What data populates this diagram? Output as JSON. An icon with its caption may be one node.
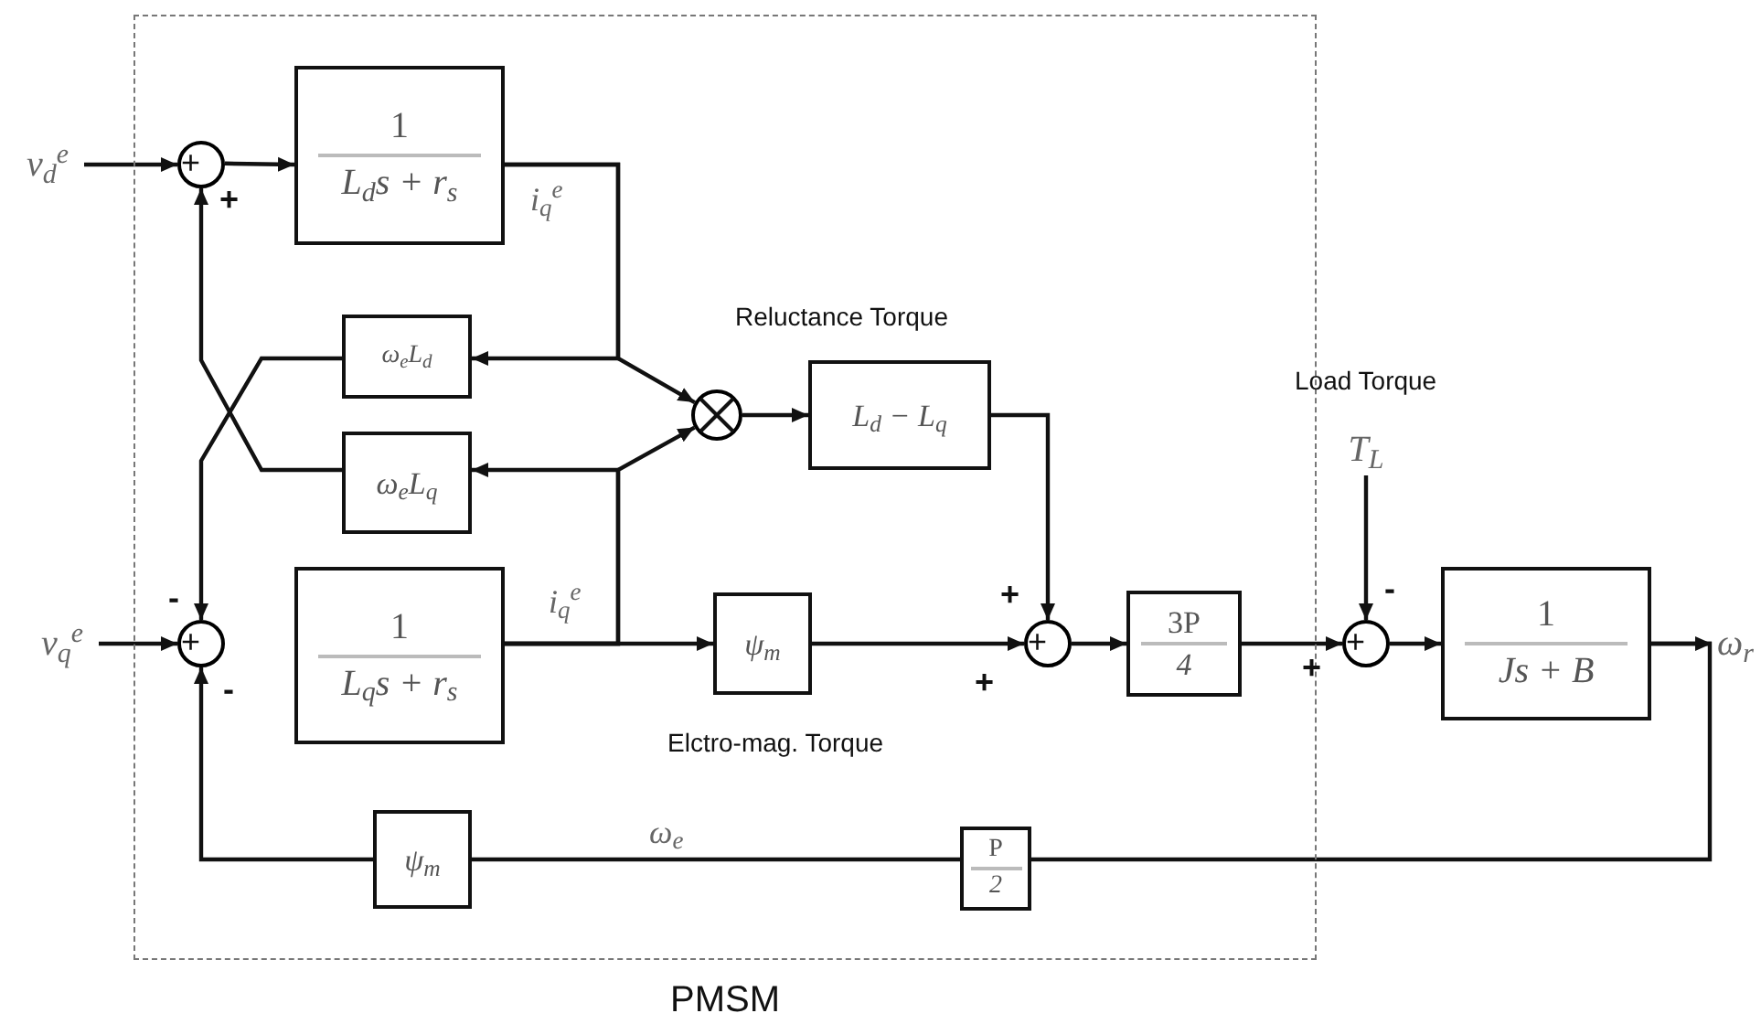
{
  "diagram": {
    "nodes": [
      {
        "text": [
          "PMSM"
        ]
      },
      {
        "text": [
          "v$_{d}$$^{e}$"
        ]
      },
      {
        "text": [
          "+"
        ],
        "in": 0
      },
      {
        "text": [
          "1",
          "L$_{d}$s + r$_{s}$"
        ],
        "in": 0
      },
      {
        "text": [
          "ω$_{e}$L$_{d}$"
        ],
        "in": 0
      },
      {
        "text": [
          "ω$_{e}$L$_{q}$"
        ],
        "in": 0
      },
      {
        "text": [],
        "shape": "circle",
        "in": 0
      },
      {
        "text": [
          "L$_{d}$ − L$_{q}$"
        ],
        "in": 0
      },
      {
        "text": [
          "v$_{q}$$^{e}$"
        ]
      },
      {
        "text": [
          "+"
        ],
        "in": 0
      },
      {
        "text": [
          "1",
          "L$_{q}$s + r$_{s}$"
        ],
        "in": 0
      },
      {
        "text": [
          "ψ$_{m}$"
        ],
        "in": 0
      },
      {
        "text": [
          "+"
        ],
        "in": 0
      },
      {
        "text": [
          "3P",
          "4"
        ],
        "in": 0
      },
      {
        "text": [
          "T$_{L}$"
        ]
      },
      {
        "text": [
          "+"
        ]
      },
      {
        "text": [
          "1",
          "Js + B"
        ]
      },
      {
        "text": [
          "ψ$_{m}$"
        ],
        "in": 0
      },
      {
        "text": [
          "P",
          "2"
        ],
        "in": 0
      },
      {
        "text": [
          "ω$_{r}$"
        ]
      }
    ],
    "edges": [
      {
        "from": 1,
        "to": 2,
        "arrow": "to"
      },
      {
        "from": 2,
        "to": 3,
        "arrow": "to"
      },
      {
        "from": 3,
        "to": 4,
        "arrow": "to"
      },
      {
        "from": 3,
        "to": 6,
        "arrow": "to"
      },
      {
        "from": 10,
        "to": 5,
        "arrow": "to"
      },
      {
        "from": 10,
        "to": 6,
        "arrow": "to"
      },
      {
        "from": 10,
        "to": 11,
        "arrow": "to"
      },
      {
        "from": 4,
        "to": 9,
        "arrow": "to"
      },
      {
        "from": 5,
        "to": 2,
        "arrow": "to"
      },
      {
        "from": 6,
        "to": 7,
        "arrow": "to"
      },
      {
        "from": 7,
        "to": 12,
        "arrow": "to"
      },
      {
        "from": 11,
        "to": 12,
        "arrow": "to"
      },
      {
        "from": 12,
        "to": 13,
        "arrow": "to"
      },
      {
        "from": 13,
        "to": 15,
        "arrow": "to"
      },
      {
        "from": 14,
        "to": 15,
        "arrow": "to"
      },
      {
        "from": 15,
        "to": 16,
        "arrow": "to"
      },
      {
        "from": 16,
        "to": 19,
        "arrow": "to"
      },
      {
        "from": 16,
        "to": 18,
        "arrow": "none"
      },
      {
        "from": 18,
        "to": 17,
        "arrow": "none"
      },
      {
        "from": 17,
        "to": 9,
        "arrow": "to"
      },
      {
        "from": 8,
        "to": 9,
        "arrow": "to"
      }
    ],
    "labels": [
      "+",
      "i$_{q}$$^{e}$",
      "Reluctance Torque",
      "Load Torque",
      "-",
      "i$_{q}$$^{e}$",
      "+",
      "-",
      "-",
      "+",
      "+",
      "Elctro-mag. Torque",
      "ω$_{e}$"
    ]
  }
}
